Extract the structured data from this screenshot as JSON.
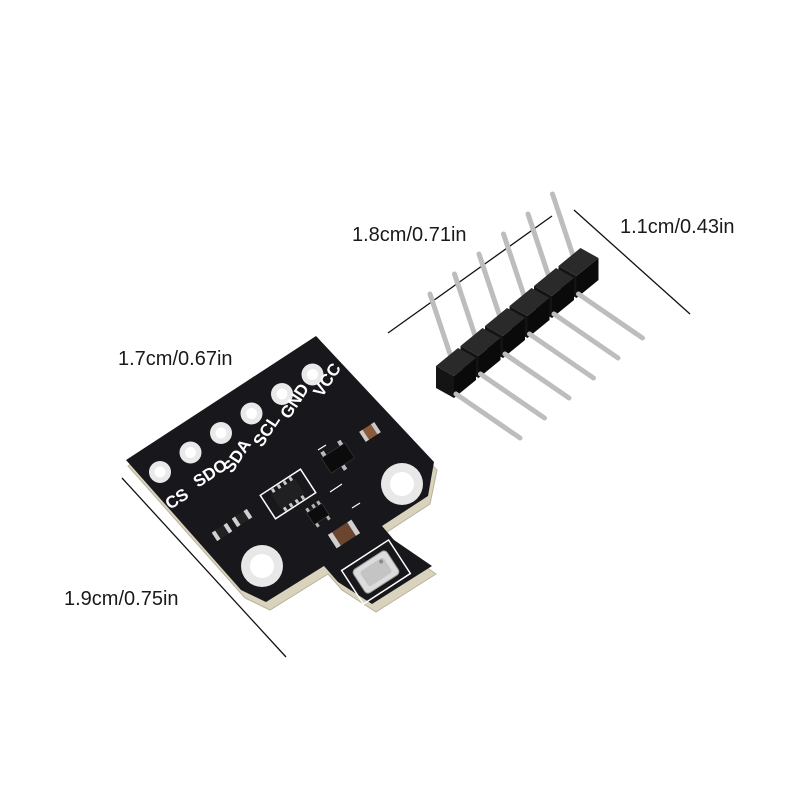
{
  "dimensions": {
    "header_length": "1.8cm/0.71in",
    "header_width": "1.1cm/0.43in",
    "board_width": "1.7cm/0.67in",
    "board_height": "1.9cm/0.75in"
  },
  "board": {
    "pin_labels": [
      "CS",
      "SDO",
      "SDA",
      "SCL",
      "GND",
      "VCC"
    ],
    "pcb_color": "#17171c",
    "silkscreen_color": "#ffffff",
    "pad_color": "#e9e9e9"
  },
  "header": {
    "pin_count": 6,
    "housing_color": "#141414",
    "pin_color": "#bdbdbd"
  }
}
